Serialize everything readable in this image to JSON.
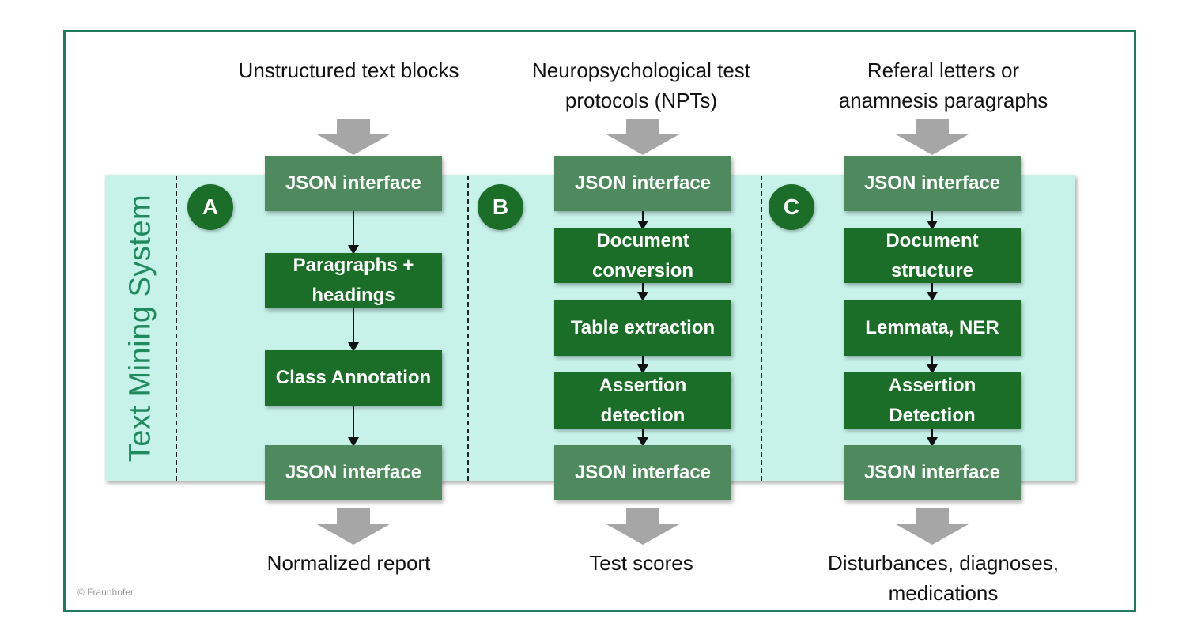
{
  "band_title": "Text Mining System",
  "columns": [
    {
      "letter": "A",
      "input": "Unstructured text blocks",
      "top_interface": "JSON interface",
      "steps": [
        "Paragraphs + headings",
        "Class Annotation"
      ],
      "bottom_interface": "JSON interface",
      "output": "Normalized report"
    },
    {
      "letter": "B",
      "input": "Neuropsychological test protocols (NPTs)",
      "top_interface": "JSON interface",
      "steps": [
        "Document conversion",
        "Table extraction",
        "Assertion detection"
      ],
      "bottom_interface": "JSON interface",
      "output": "Test scores"
    },
    {
      "letter": "C",
      "input": "Referal letters or anamnesis paragraphs",
      "top_interface": "JSON interface",
      "steps": [
        "Document structure",
        "Lemmata, NER",
        "Assertion Detection"
      ],
      "bottom_interface": "JSON interface",
      "output": "Disturbances, diagnoses, medications"
    }
  ],
  "copyright": "© Fraunhofer",
  "colors": {
    "frame": "#1e7c5a",
    "band": "#c7f2ea",
    "title": "#1f8a5c",
    "step_box": "#1b6e27",
    "interface_box": "#4e8a5e",
    "block_arrow": "#a6a6a6"
  }
}
